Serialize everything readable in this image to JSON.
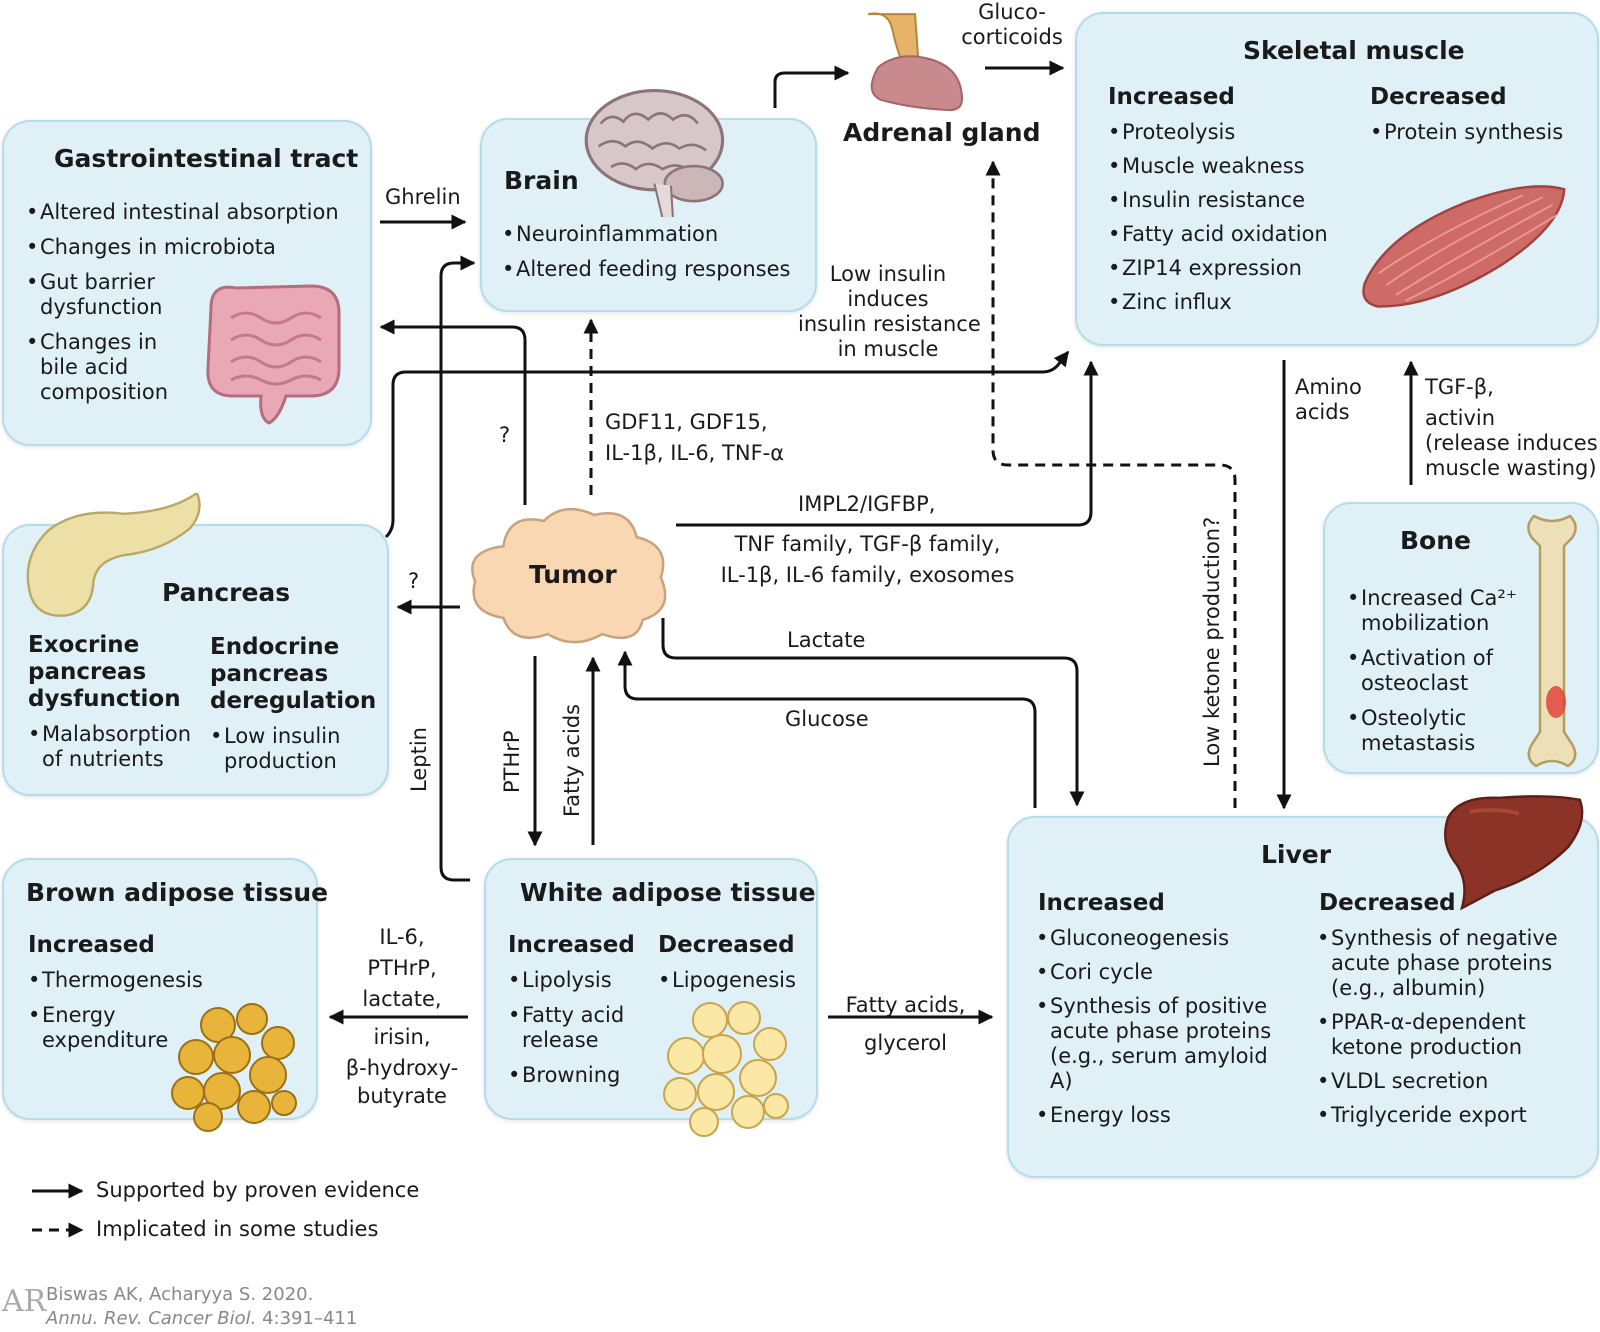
{
  "colors": {
    "box_fill": "#dff0f7",
    "box_border": "#b6dbe9",
    "arrow": "#111111"
  },
  "gi": {
    "title": "Gastrointestinal tract",
    "items": [
      "Altered intestinal absorption",
      "Changes in microbiota",
      "Gut barrier dysfunction",
      "Changes in bile acid composition"
    ],
    "icon": "intestine-icon"
  },
  "brain": {
    "title": "Brain",
    "items": [
      "Neuroinflammation",
      "Altered  feeding responses"
    ],
    "icon": "brain-icon"
  },
  "adrenal": {
    "title": "Adrenal gland",
    "icon": "adrenal-gland-icon"
  },
  "muscle": {
    "title": "Skeletal muscle",
    "inc_title": "Increased",
    "inc": [
      "Proteolysis",
      "Muscle weakness",
      "Insulin resistance",
      "Fatty acid oxidation",
      "ZIP14 expression",
      "Zinc influx"
    ],
    "dec_title": "Decreased",
    "dec": [
      "Protein synthesis"
    ],
    "icon": "muscle-icon"
  },
  "pancreas": {
    "title": "Pancreas",
    "exo_title": "Exocrine pancreas dysfunction",
    "exo": [
      "Malabsorption of nutrients"
    ],
    "endo_title": "Endocrine pancreas deregulation",
    "endo": [
      "Low insulin production"
    ],
    "icon": "pancreas-icon"
  },
  "tumor": {
    "title": "Tumor"
  },
  "bone": {
    "title": "Bone",
    "items": [
      "Increased Ca²⁺ mobilization",
      "Activation of osteoclast",
      "Osteolytic metastasis"
    ],
    "icon": "bone-icon"
  },
  "bat": {
    "title": "Brown adipose tissue",
    "inc_title": "Increased",
    "inc": [
      "Thermogenesis",
      "Energy expenditure"
    ],
    "icon": "fat-cells-icon"
  },
  "wat": {
    "title": "White adipose tissue",
    "inc_title": "Increased",
    "inc": [
      "Lipolysis",
      "Fatty acid release",
      "Browning"
    ],
    "dec_title": "Decreased",
    "dec": [
      "Lipogenesis"
    ],
    "icon": "fat-cells-icon"
  },
  "liver": {
    "title": "Liver",
    "inc_title": "Increased",
    "inc": [
      "Gluconeogenesis",
      "Cori cycle",
      "Synthesis of positive acute phase proteins (e.g., serum amyloid A)",
      "Energy loss"
    ],
    "dec_title": "Decreased",
    "dec": [
      "Synthesis of negative acute phase proteins (e.g., albumin)",
      "PPAR-α-dependent ketone production",
      "VLDL secretion",
      "Triglyceride export"
    ],
    "icon": "liver-icon"
  },
  "labels": {
    "ghrelin": "Ghrelin",
    "glucocorticoids_1": "Gluco-",
    "glucocorticoids_2": "corticoids",
    "low_insulin": [
      "Low insulin",
      "induces",
      "insulin resistance",
      "in muscle"
    ],
    "question_1": "?",
    "question_2": "?",
    "gdf_1": "GDF11, GDF15,",
    "gdf_2": "IL-1β, IL-6, TNF-α",
    "impl2": "IMPL2/IGFBP,",
    "tnf_1": "TNF family, TGF-β family,",
    "tnf_2": "IL-1β, IL-6 family, exosomes",
    "lactate": "Lactate",
    "glucose": "Glucose",
    "amino_1": "Amino",
    "amino_2": "acids",
    "tgf": [
      "TGF-β,",
      "activin",
      "(release induces",
      "muscle wasting)"
    ],
    "leptin": "Leptin",
    "pthrp": "PTHrP",
    "fatty_acids_v": "Fatty acids",
    "low_ketone": "Low ketone production?",
    "bat_signals": [
      "IL-6,",
      "PTHrP,",
      "lactate,",
      "irisin,",
      "β-hydroxy-",
      "butyrate"
    ],
    "fa_glycerol_1": "Fatty acids,",
    "fa_glycerol_2": "glycerol"
  },
  "legend": {
    "solid": "Supported by proven evidence",
    "dashed": "Implicated in some studies"
  },
  "citation": {
    "line1": "Biswas AK, Acharyya S. 2020.",
    "line2_journal": "Annu. Rev. Cancer Biol.",
    "line2_pages": " 4:391–411",
    "logo": "AR"
  }
}
